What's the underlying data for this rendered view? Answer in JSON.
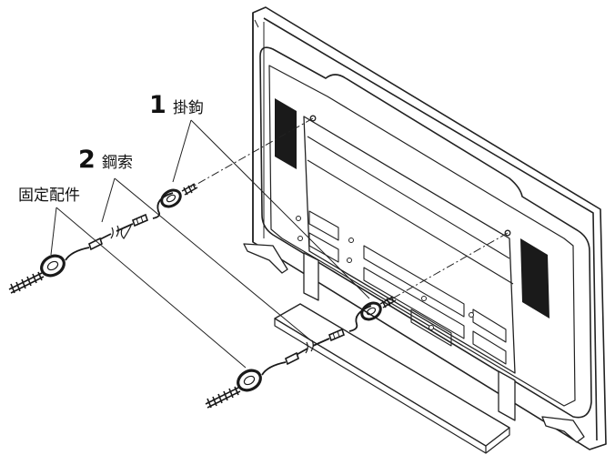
{
  "labels": {
    "hook_number": "1",
    "hook_text": "掛鉤",
    "wire_number": "2",
    "wire_text": "鋼索",
    "fixture_text": "固定配件"
  }
}
